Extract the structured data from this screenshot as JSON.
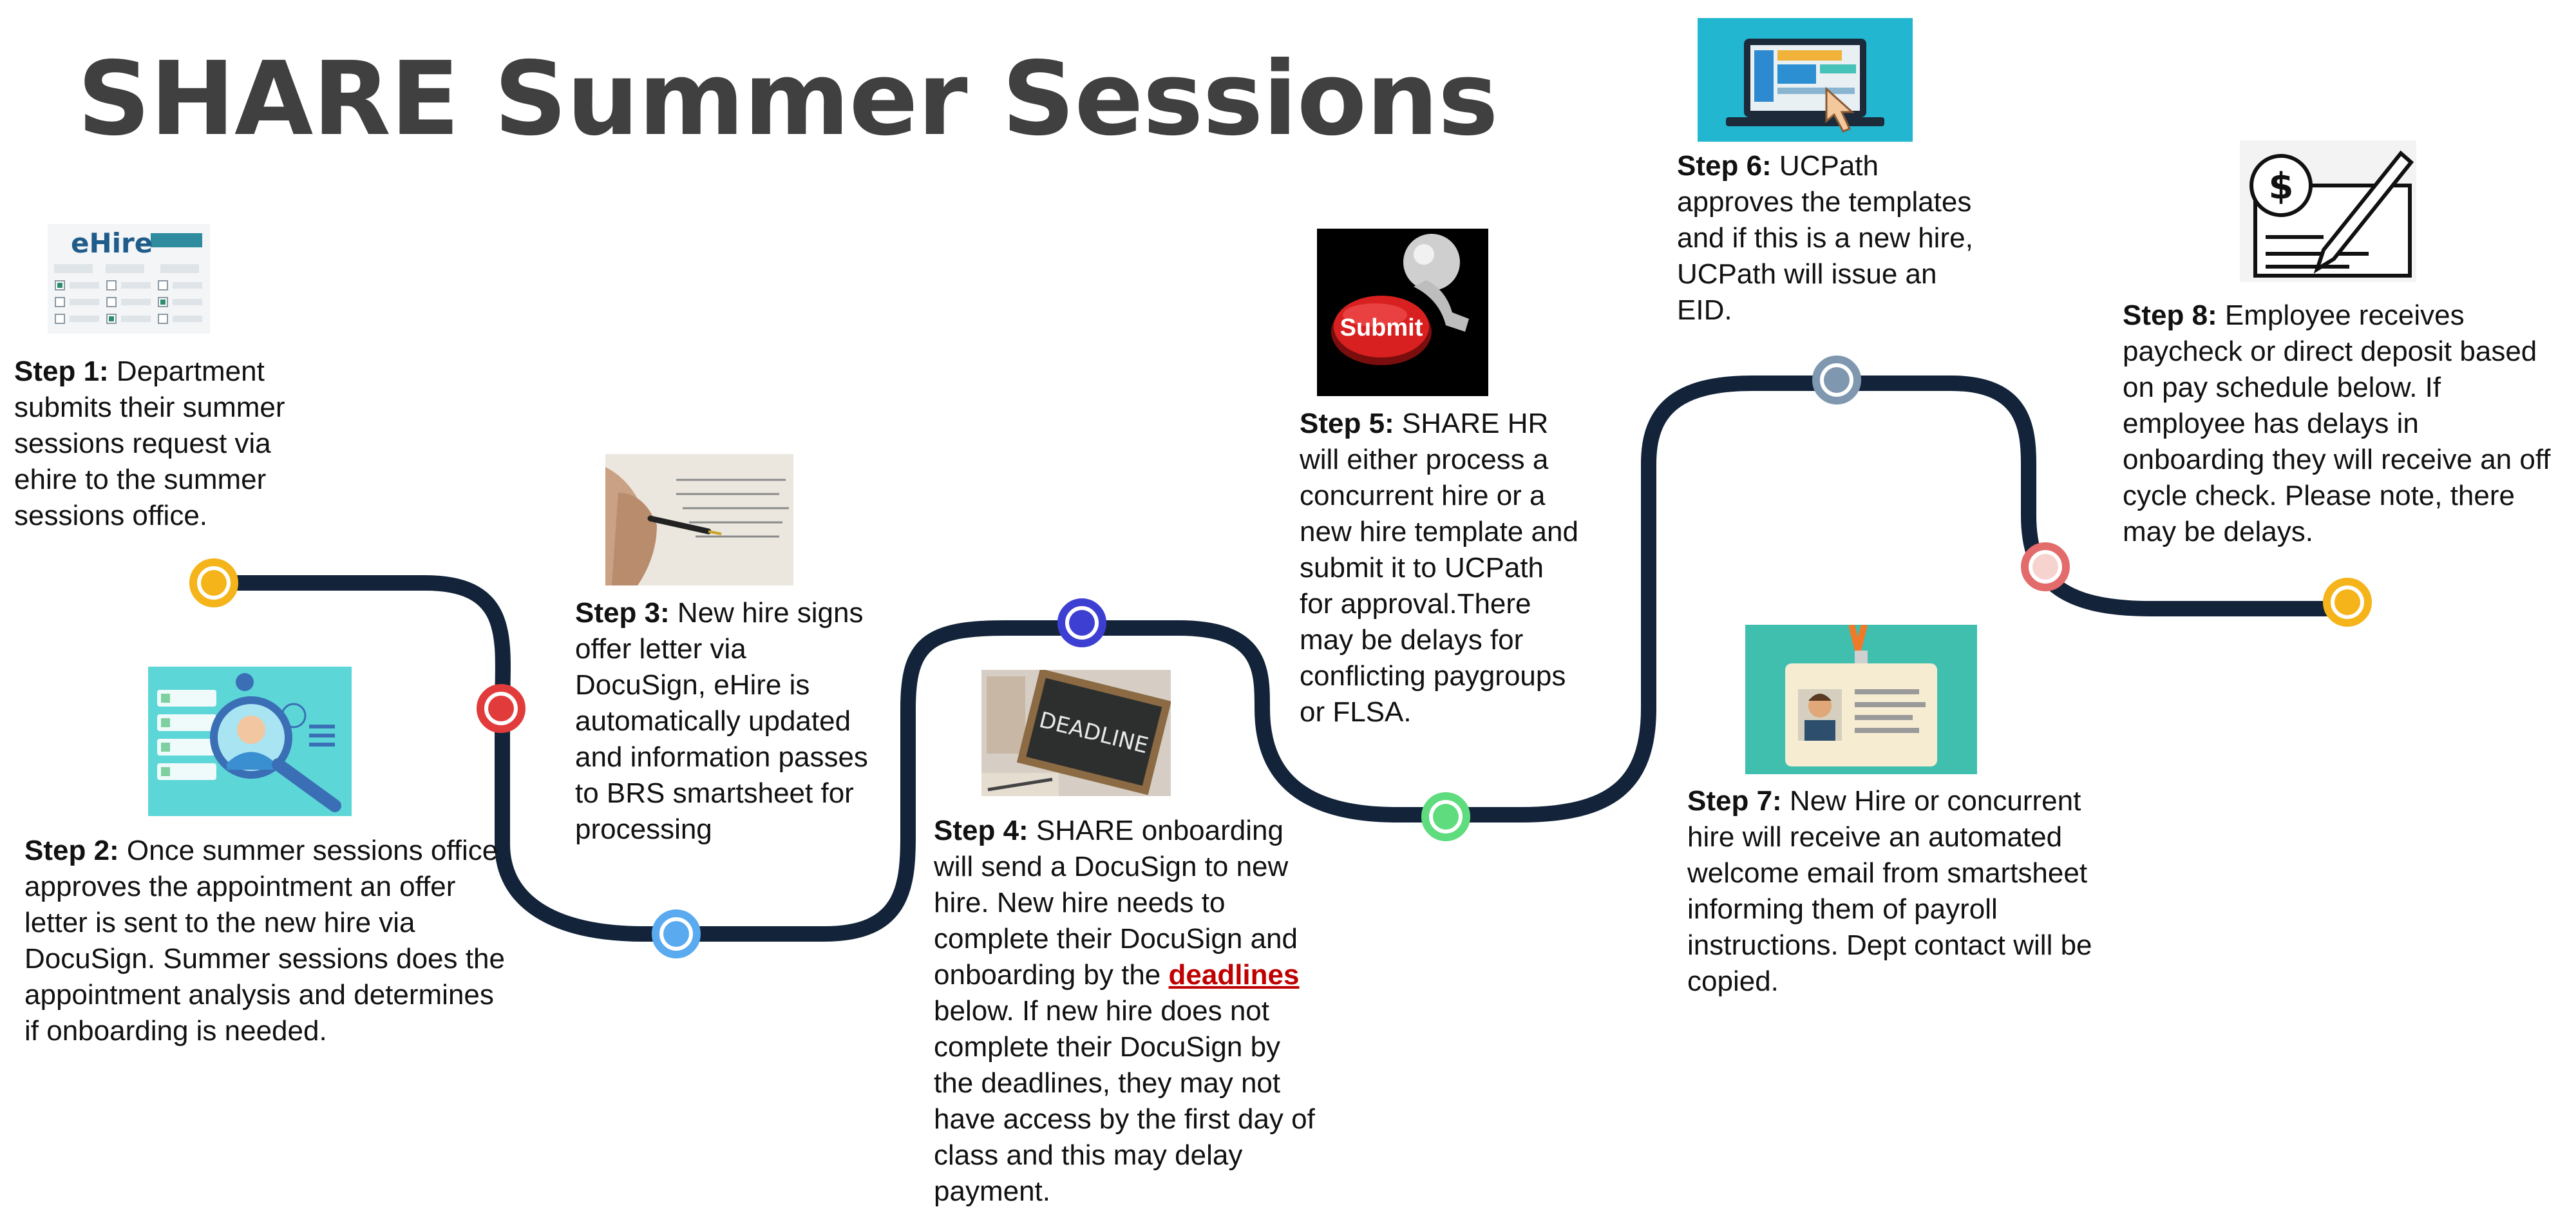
{
  "title": "SHARE Summer Sessions",
  "colors": {
    "path": "#13243a",
    "dot_yellow": "#f4b41a",
    "dot_red": "#e23b3b",
    "dot_blue_light": "#5aaaf0",
    "dot_blue_dark": "#3d3fd2",
    "dot_green": "#5edc7e",
    "dot_gray": "#7f98b0",
    "dot_salmon": "#e36b6b",
    "link_red": "#c00000"
  },
  "images": {
    "step1": "ehire-form-image",
    "step2": "candidate-search-image",
    "step3": "signing-letter-image",
    "step4": "deadline-chalkboard-image",
    "step5": "submit-button-image",
    "step6": "laptop-click-image",
    "step7": "id-badge-image",
    "step8": "paycheck-image"
  },
  "ehire_logo": "eHire",
  "submit_label": "Submit",
  "deadline_word": "DEADLINE",
  "steps": [
    {
      "label": "Step 1:",
      "text": " Department submits their summer sessions request via ehire to the summer sessions office."
    },
    {
      "label": "Step 2:",
      "text": " Once summer sessions office approves the appointment an offer letter is sent to the new hire via DocuSign. Summer sessions does the appointment analysis and determines if onboarding is needed."
    },
    {
      "label": "Step 3:",
      "text": " New hire signs offer letter via DocuSign, eHire is automatically updated and information passes to BRS smartsheet for processing"
    },
    {
      "label": "Step 4:",
      "text_before": " SHARE onboarding will send a DocuSign to new hire. New hire needs to complete their DocuSign and onboarding by the ",
      "link": "deadlines",
      "text_after": " below. If new hire does not complete their DocuSign by the deadlines, they may not have access by the first day of class and this may delay payment."
    },
    {
      "label": "Step 5:",
      "text": " SHARE HR will either process a concurrent hire or a new hire template and submit it to UCPath for approval.There may be delays for conflicting paygroups or FLSA."
    },
    {
      "label": "Step 6:",
      "text": " UCPath approves the templates and if this is a new hire, UCPath will issue an EID."
    },
    {
      "label": "Step 7:",
      "text": " New Hire or concurrent hire will receive an automated welcome email from smartsheet informing them of payroll instructions. Dept contact will be copied."
    },
    {
      "label": "Step 8:",
      "text": " Employee receives paycheck or direct deposit based on pay schedule below. If employee has delays in onboarding they will receive an off cycle check. Please note, there may be delays."
    }
  ]
}
